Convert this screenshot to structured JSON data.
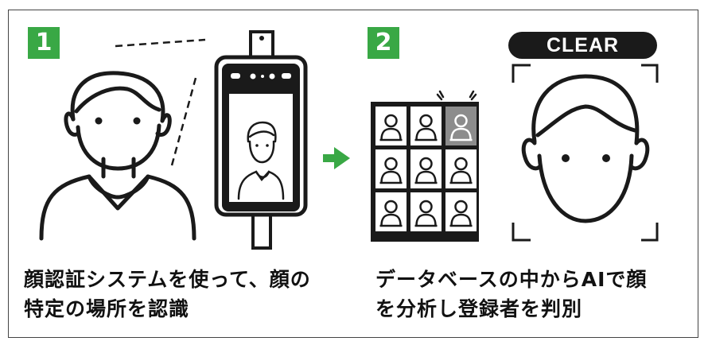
{
  "steps": [
    {
      "number": "1",
      "caption_line1": "顔認証システムを使って、顔の",
      "caption_line2": "特定の場所を認識"
    },
    {
      "number": "2",
      "caption_line1": "データベースの中からAIで顔",
      "caption_line2": "を分析し登録者を判別"
    }
  ],
  "result_label": "CLEAR",
  "icons": [
    "person-icon",
    "face-scanner-device-icon",
    "arrow-right-icon",
    "face-database-grid-icon",
    "face-frame-icon"
  ],
  "colors": {
    "accent": "#39a845",
    "ink": "#1a1a1a",
    "highlight": "#8c8c8c"
  }
}
